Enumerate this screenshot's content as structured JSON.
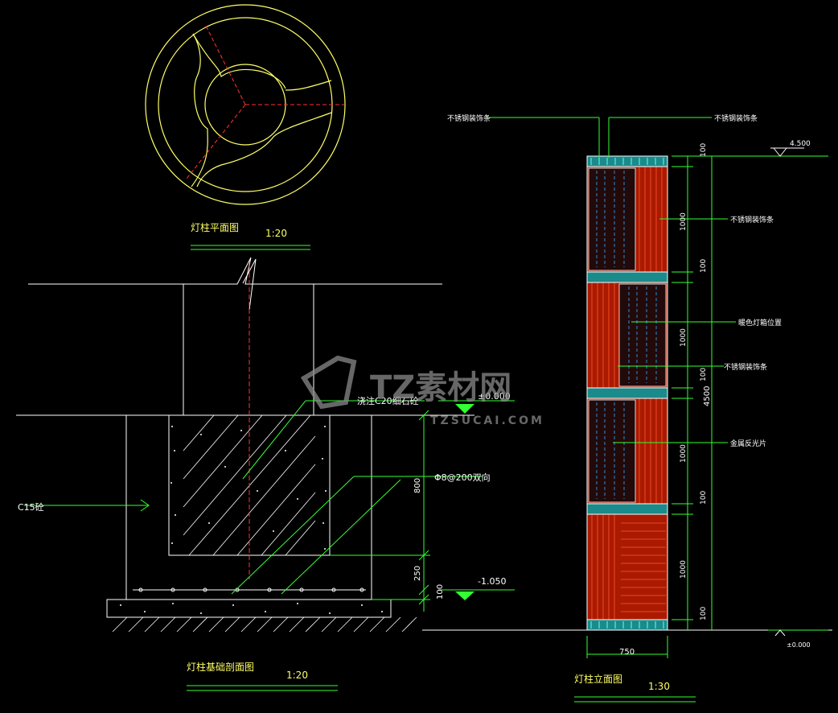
{
  "colors": {
    "background": "#000000",
    "outline": "#ffff66",
    "dimension": "#33ff33",
    "centerline": "#ff3333",
    "stainless_strip": "#33cccc",
    "wood": "#cc2200",
    "white": "#ffffff"
  },
  "plan_view": {
    "title": "灯柱平面图",
    "scale": "1:20"
  },
  "section_view": {
    "title": "灯柱基础剖面图",
    "scale": "1:20",
    "labels": {
      "concrete_pour": "浇注C20细石砼",
      "rebar": "Φ8@200双向",
      "base_concrete": "C15砼",
      "level_top": "±0.000",
      "level_bottom": "-1.050"
    },
    "dims": {
      "d800": "800",
      "d250": "250",
      "d100": "100"
    }
  },
  "elevation_view": {
    "title": "灯柱立面图",
    "scale": "1:30",
    "labels": {
      "stainless_left": "不锈钢装饰条",
      "stainless_right": "不锈钢装饰条",
      "stainless_mid": "不锈钢装饰条",
      "light_position": "暖色灯箱位置",
      "stainless_lower": "不锈钢装饰条",
      "metal_reflector": "金属反光片",
      "level_top": "4.500",
      "level_bottom": "±0.000"
    },
    "dims": {
      "width": "750",
      "total": "4500",
      "segments": [
        "100",
        "1000",
        "100",
        "1000",
        "100",
        "1000",
        "100",
        "1000",
        "100"
      ]
    }
  },
  "watermark": {
    "text": "TZ素材网",
    "url": "TZSUCAI.COM"
  }
}
